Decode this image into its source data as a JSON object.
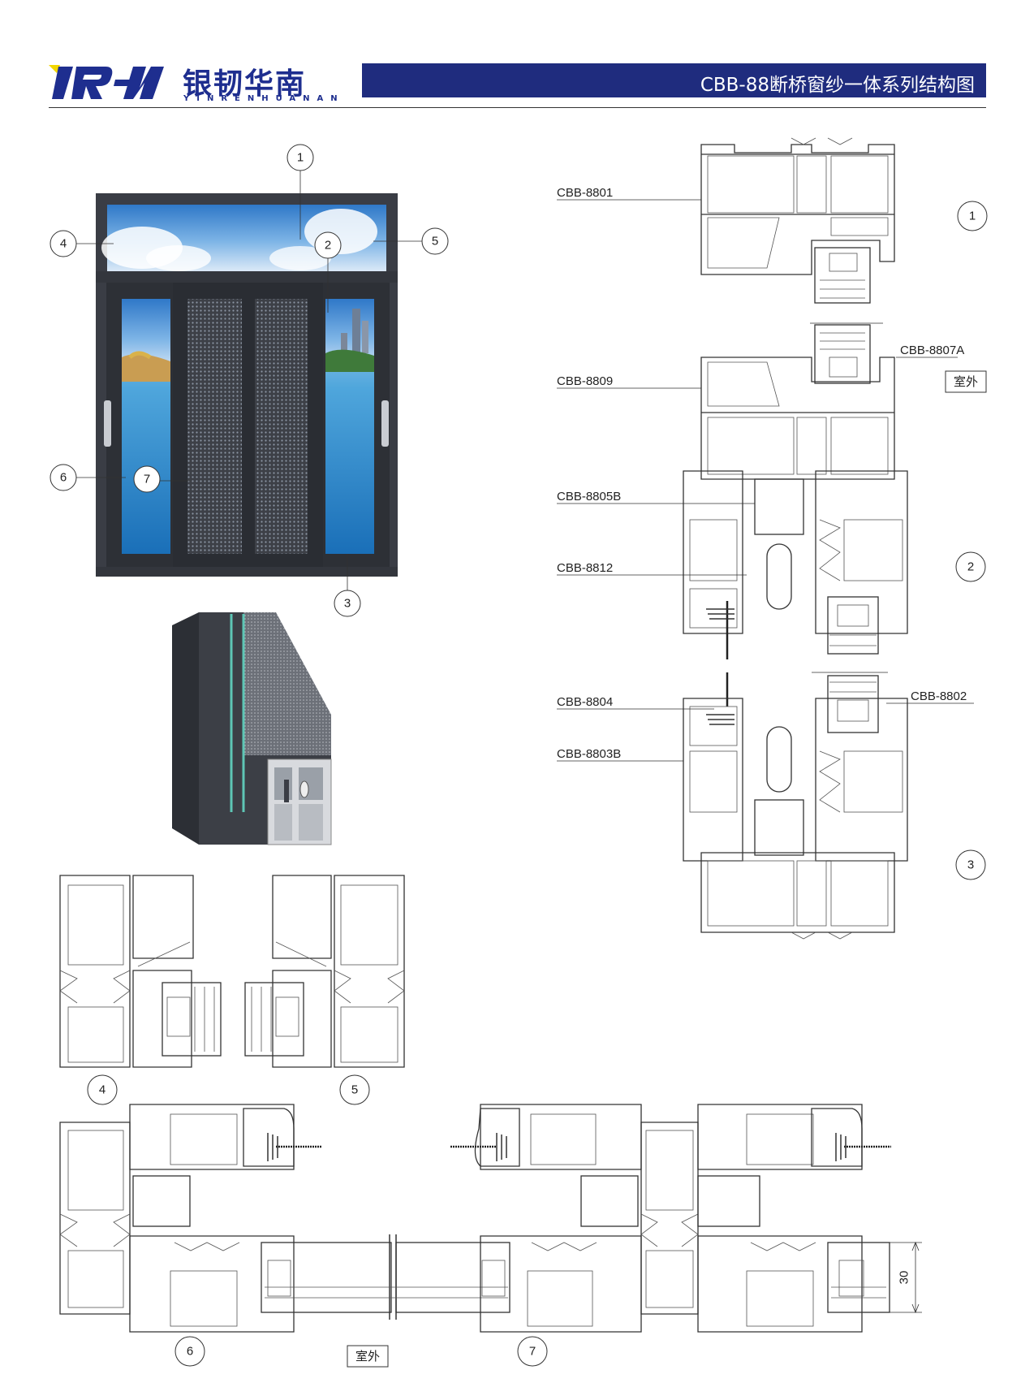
{
  "header": {
    "logo_cn": "银韧华南",
    "logo_en": "YINRENHUANAN",
    "title": "CBB-88断桥窗纱一体系列结构图"
  },
  "colors": {
    "brand": "#1f2c7e",
    "accent": "#f2d600",
    "frame": "#3a3d45"
  },
  "callouts_photo": [
    "1",
    "2",
    "3",
    "4",
    "5",
    "6",
    "7"
  ],
  "section_numbers": {
    "s1": "1",
    "s2": "2",
    "s3": "3",
    "s4": "4",
    "s5": "5",
    "s6": "6",
    "s7": "7"
  },
  "profiles": {
    "p8801": "CBB-8801",
    "p8807a": "CBB-8807A",
    "p8809": "CBB-8809",
    "p8805b": "CBB-8805B",
    "p8812": "CBB-8812",
    "p8804": "CBB-8804",
    "p8802": "CBB-8802",
    "p8803b": "CBB-8803B"
  },
  "outside_label": "室外",
  "dimension": "30"
}
